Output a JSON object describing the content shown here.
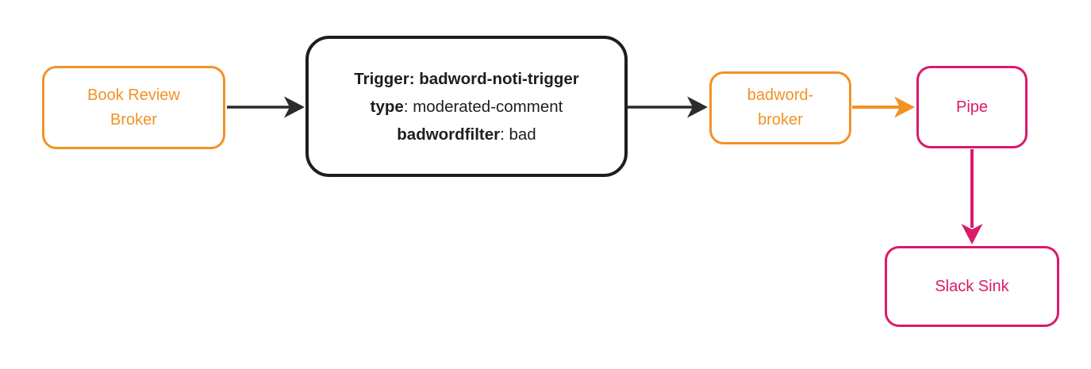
{
  "diagram": {
    "colors": {
      "orange": "#F29226",
      "pink": "#DA1A6A",
      "ink": "#1E1E1E",
      "edge": "#2B2B2B"
    },
    "nodes": {
      "book_review_broker": {
        "lines": [
          "Book Review",
          "Broker"
        ]
      },
      "trigger": {
        "lines": [
          {
            "bold": "Trigger: badword-noti-trigger",
            "regular": ""
          },
          {
            "bold": "type",
            "regular": ": moderated-comment"
          },
          {
            "bold": "badwordfilter",
            "regular": ": bad"
          }
        ]
      },
      "badword_broker": {
        "lines": [
          "badword-",
          "broker"
        ]
      },
      "pipe": {
        "lines": [
          "Pipe"
        ]
      },
      "slack_sink": {
        "lines": [
          "Slack Sink"
        ]
      }
    },
    "edges": [
      {
        "from": "book_review_broker",
        "to": "trigger",
        "color": "black"
      },
      {
        "from": "trigger",
        "to": "badword_broker",
        "color": "black"
      },
      {
        "from": "badword_broker",
        "to": "pipe",
        "color": "orange"
      },
      {
        "from": "pipe",
        "to": "slack_sink",
        "color": "pink"
      }
    ]
  }
}
